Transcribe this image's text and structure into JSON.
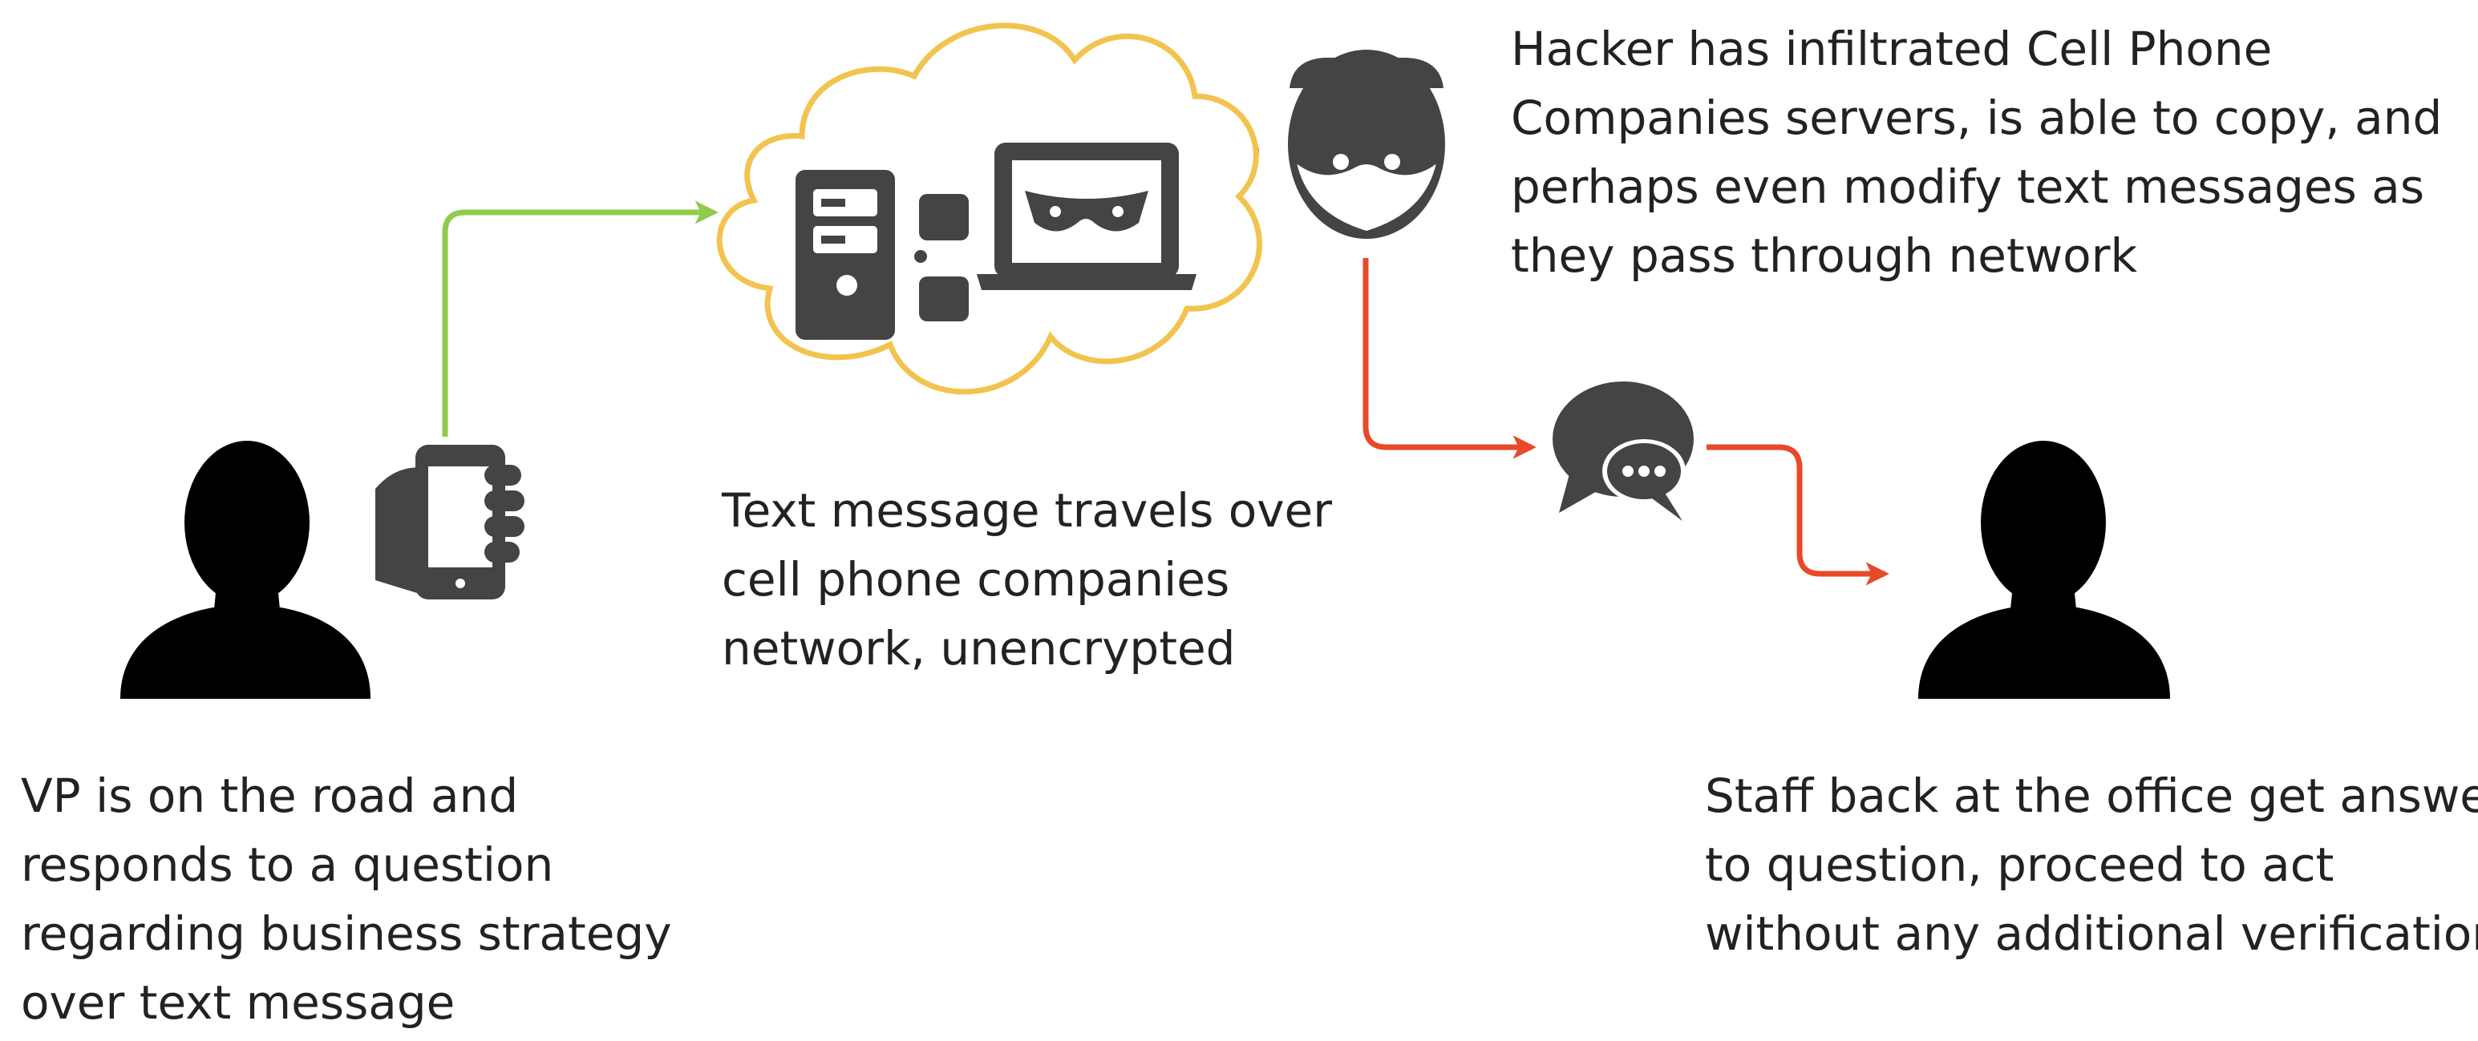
{
  "captions": {
    "vp": {
      "lines": [
        "VP is on the road and",
        "responds to a question",
        "regarding business strategy",
        "over text message"
      ]
    },
    "network": {
      "lines": [
        "Text message travels over",
        "cell phone companies",
        "network, unencrypted"
      ]
    },
    "hacker": {
      "lines": [
        "Hacker has infiltrated Cell Phone",
        "Companies servers, is able to copy, and",
        "perhaps even modify text messages as",
        "they pass through network"
      ]
    },
    "staff": {
      "lines": [
        "Staff back at the office get answer",
        "to question, proceed to act",
        "without any additional verification"
      ]
    }
  },
  "icons": {
    "vp_person": "person-icon",
    "phone": "hand-holding-phone-icon",
    "cloud": "cloud-icon",
    "server": "server-icon",
    "laptop": "laptop-icon",
    "hacker": "hacker-mask-icon",
    "chat": "chat-bubbles-icon",
    "staff_person": "person-icon"
  },
  "colors": {
    "legit_path": "#8fcc4a",
    "compromised_path": "#e8492a",
    "cloud_outline": "#f2c34e",
    "icon_dark": "#444444",
    "person": "#000000",
    "text": "#222222"
  }
}
